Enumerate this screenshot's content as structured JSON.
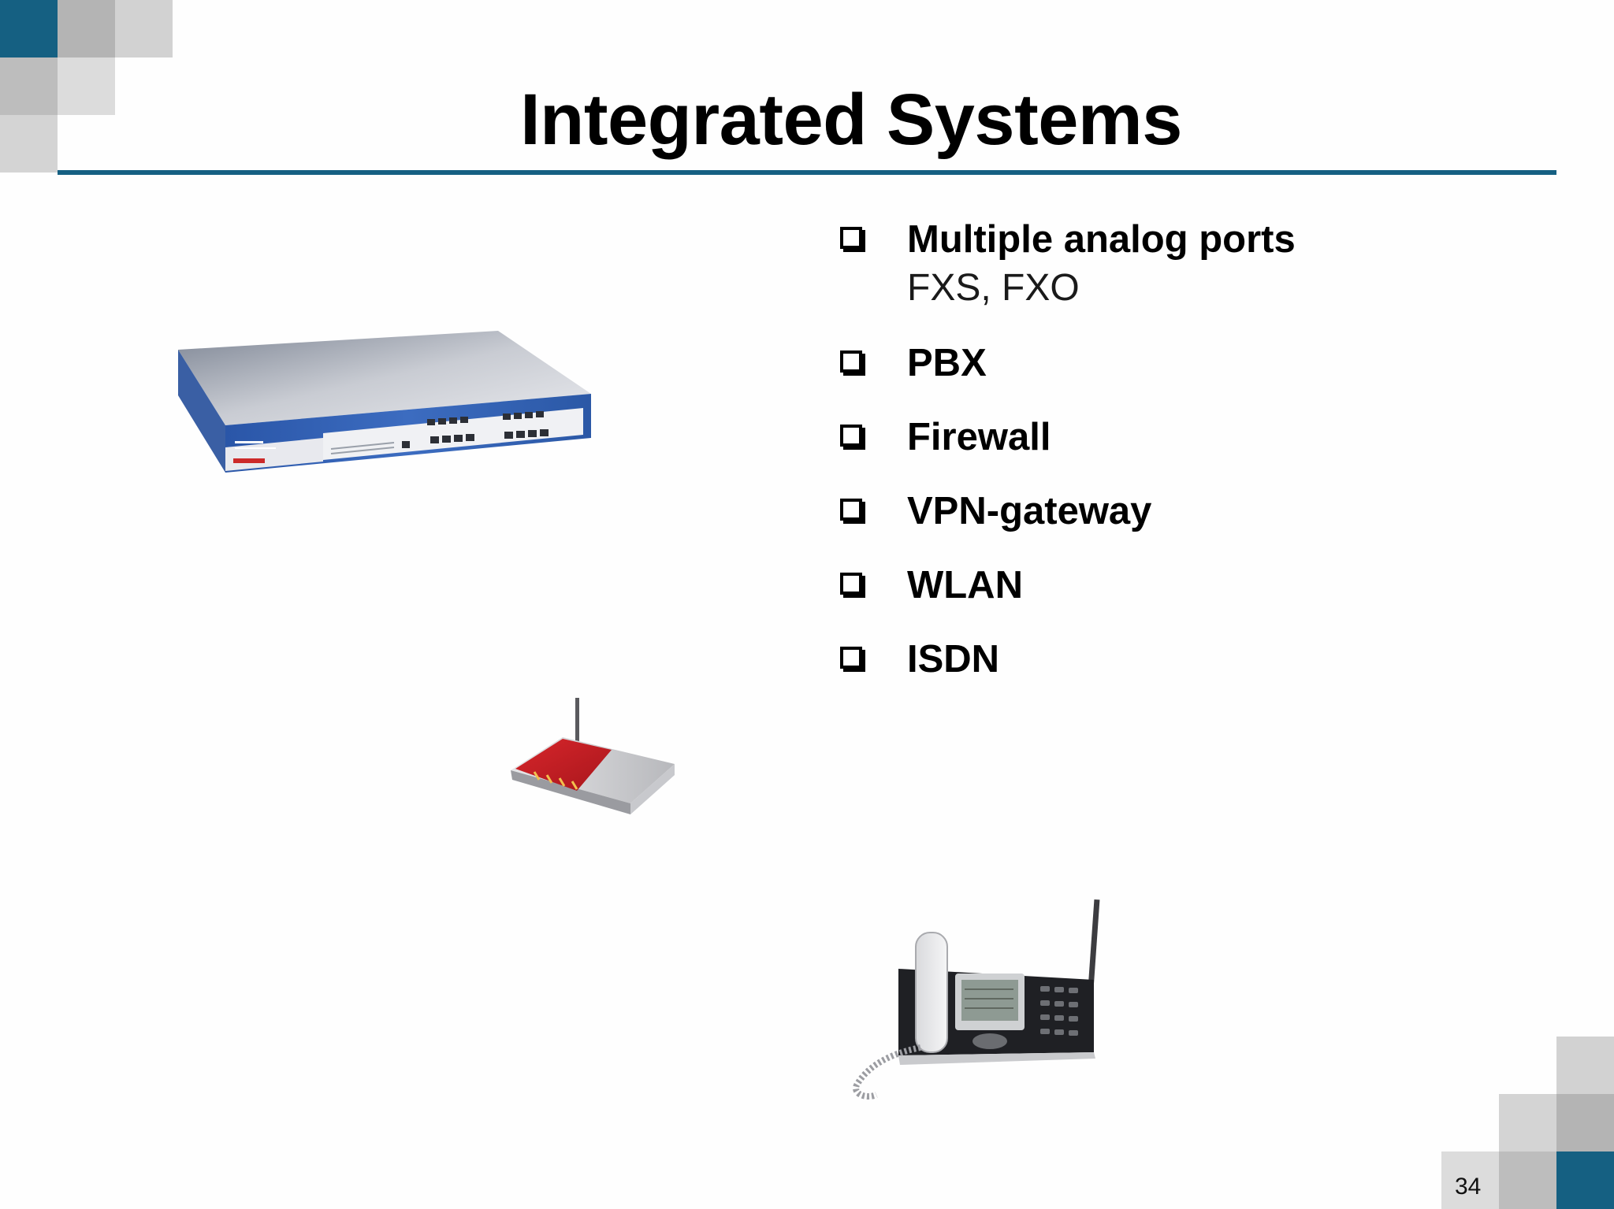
{
  "slide": {
    "title": "Integrated Systems",
    "bullets": [
      {
        "label": "Multiple analog ports",
        "sub": "FXS, FXO"
      },
      {
        "label": "PBX"
      },
      {
        "label": "Firewall"
      },
      {
        "label": "VPN-gateway"
      },
      {
        "label": "WLAN"
      },
      {
        "label": "ISDN"
      }
    ],
    "page_number": "34"
  },
  "colors": {
    "accent": "#156082",
    "square_light": "#d2d2d2",
    "square_mid": "#b4b4b4",
    "text": "#000000"
  },
  "icons": [
    "rack-router-image",
    "wireless-router-image",
    "desk-phone-image",
    "checkbox-bullet-icon"
  ]
}
